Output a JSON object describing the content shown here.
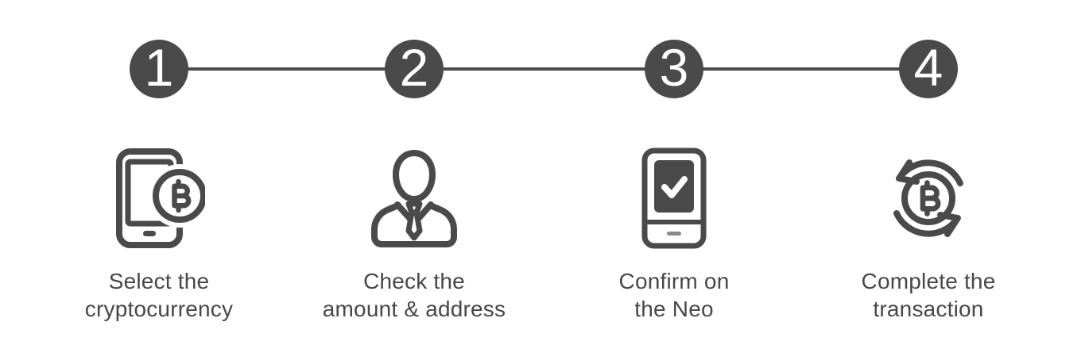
{
  "page": {
    "background_color": "#ffffff"
  },
  "stepper": {
    "accent_color": "#4a4a4a",
    "label_color": "#474747",
    "connector_color": "#4a4a4a",
    "number_color": "#ffffff",
    "steps": [
      {
        "number": "1",
        "label_line1": "Select the",
        "label_line2": "cryptocurrency",
        "icon": "phone-bitcoin-icon"
      },
      {
        "number": "2",
        "label_line1": "Check the",
        "label_line2": "amount & address",
        "icon": "businessman-icon"
      },
      {
        "number": "3",
        "label_line1": "Confirm on",
        "label_line2": "the Neo",
        "icon": "device-checkmark-icon"
      },
      {
        "number": "4",
        "label_line1": "Complete the",
        "label_line2": "transaction",
        "icon": "bitcoin-cycle-icon"
      }
    ]
  }
}
